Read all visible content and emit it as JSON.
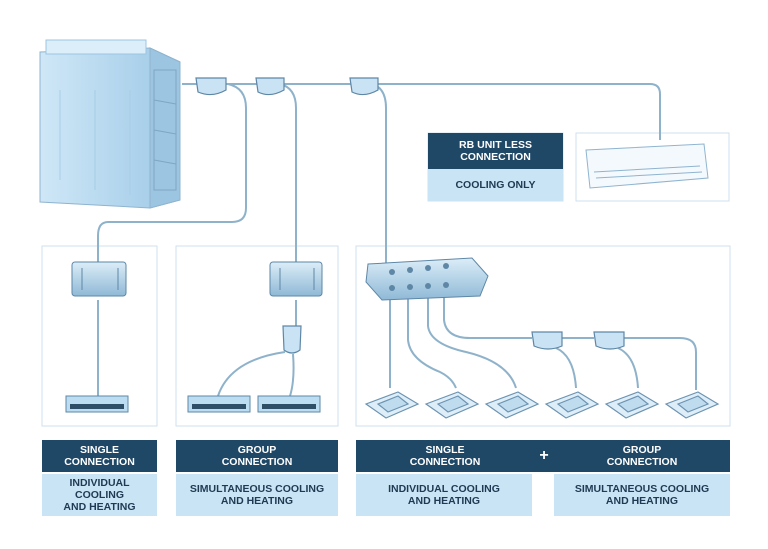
{
  "rb_less": {
    "title": "RB UNIT LESS\nCONNECTION",
    "subtitle": "COOLING ONLY"
  },
  "sections": {
    "single": {
      "title": "SINGLE\nCONNECTION",
      "desc": "INDIVIDUAL COOLING\nAND HEATING"
    },
    "group": {
      "title": "GROUP\nCONNECTION",
      "desc": "SIMULTANEOUS COOLING\nAND HEATING"
    },
    "multi_single": {
      "title": "SINGLE\nCONNECTION",
      "desc": "INDIVIDUAL COOLING\nAND HEATING"
    },
    "multi_group": {
      "title": "GROUP\nCONNECTION",
      "desc": "SIMULTANEOUS COOLING\nAND HEATING"
    },
    "plus_sign": "+"
  },
  "colors": {
    "panel_border": "#cfe1ee",
    "label_dark": "#1f4766",
    "label_light": "#c9e4f4",
    "pipe": "#7fa6c2",
    "unit_fill": "#bcdcf1"
  }
}
